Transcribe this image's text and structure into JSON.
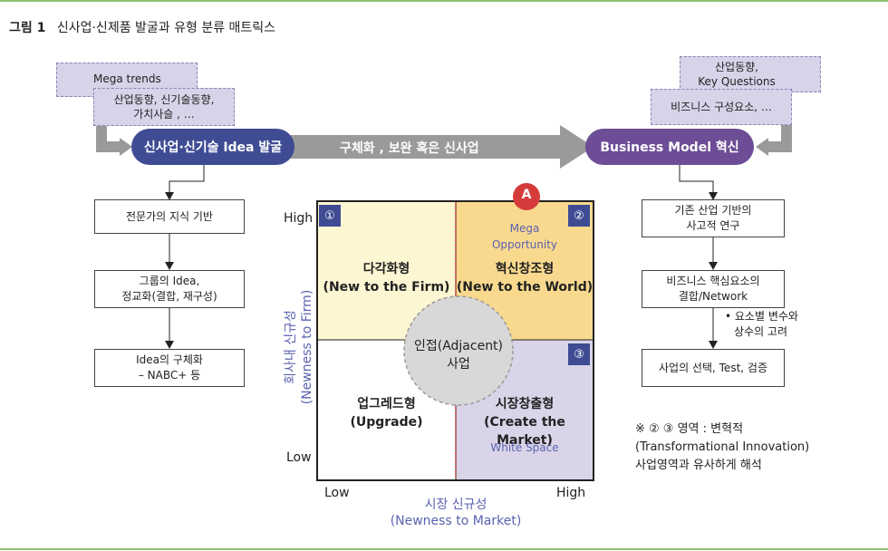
{
  "figure": {
    "label": "그림 1",
    "caption": "신사업·신제품 발굴과 유형 분류 매트릭스"
  },
  "left_inputs": {
    "mega_trends": "Mega trends",
    "industry_line1": "산업동향, 신기술동향,",
    "industry_line2": "가치사슬 , …"
  },
  "right_inputs": {
    "line1_a": "산업동향,",
    "line1_b": "Key Questions",
    "line2": "비즈니스 구성요소, …"
  },
  "flow": {
    "left_pill": "신사업·신기술 Idea 발굴",
    "arrow_text": "구체화 , 보완  혹은 신사업",
    "right_pill": "Business Model 혁신"
  },
  "left_steps": [
    {
      "lines": [
        "전문가의 지식 기반"
      ]
    },
    {
      "lines": [
        "그룹의 Idea,",
        "정교화(결합, 재구성)"
      ]
    },
    {
      "lines": [
        "Idea의 구체화",
        "– NABC+ 등"
      ]
    }
  ],
  "right_steps": [
    {
      "lines": [
        "기존 산업 기반의",
        "사고적 연구"
      ]
    },
    {
      "lines": [
        "비즈니스 핵심요소의",
        "결합/Network"
      ]
    },
    {
      "lines": [
        "사업의 선택, Test, 검증"
      ]
    }
  ],
  "right_bullet": {
    "line1": "•  요소별 변수와",
    "line2": "상수의 고려"
  },
  "matrix": {
    "y_high": "High",
    "y_low": "Low",
    "x_low": "Low",
    "x_high": "High",
    "y_axis_line1": "회사내 신규성",
    "y_axis_line2": "(Newness to Firm)",
    "x_axis_line1": "시장 신규성",
    "x_axis_line2": "(Newness to Market)",
    "q1_badge": "①",
    "q1_line1": "다각화형",
    "q1_line2": "(New to the Firm)",
    "q2_badge": "②",
    "q2_line1": "혁신창조형",
    "q2_line2": "(New to the World)",
    "q2_sub1": "Mega",
    "q2_sub2": "Opportunity",
    "marker": "A",
    "q3_badge": "③",
    "q3_line1": "시장창출형",
    "q3_line2": "(Create the Market)",
    "q3_sub": "White Space",
    "q4_line1": "업그레드형",
    "q4_line2": "(Upgrade)",
    "center_line1": "인접(Adjacent)",
    "center_line2": "사업"
  },
  "note": {
    "line1": "※ ② ③ 영역 : 변혁적",
    "line2": "(Transformational Innovation)",
    "line3": "사업영역과 유사하게 해석"
  },
  "colors": {
    "q1": "#fdf6d3",
    "q2": "#f8d98e",
    "q3": "#d9d4e8",
    "pill_left": "#3f4c94",
    "pill_right": "#6d4d96",
    "accent_red": "#d63b3b",
    "rule": "#8dc26f"
  }
}
